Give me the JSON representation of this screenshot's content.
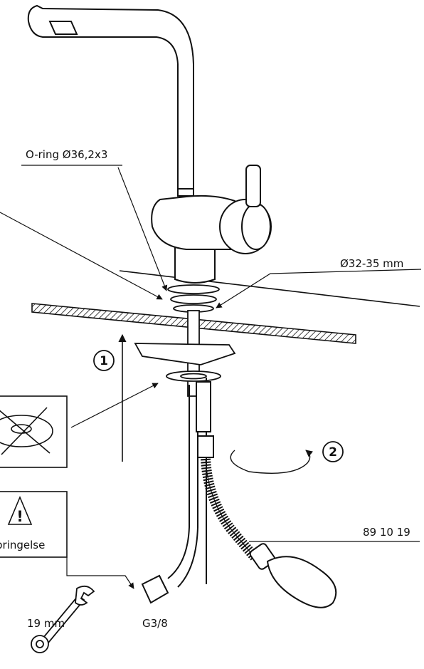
{
  "labels": {
    "oring": "O-ring Ø36,2x3",
    "hole": "Ø32-35 mm",
    "step1": "1",
    "step2": "2",
    "part_no": "89 10 19",
    "warning_symbol": "!",
    "warning_text": "bringelse",
    "wrench_size": "19 mm",
    "thread": "G3/8"
  },
  "icons": {
    "warning": "warning-triangle-icon",
    "wrench": "wrench-icon",
    "crossed": "crossed-out-washer-icon"
  },
  "colors": {
    "line": "#111111",
    "background": "#ffffff"
  }
}
